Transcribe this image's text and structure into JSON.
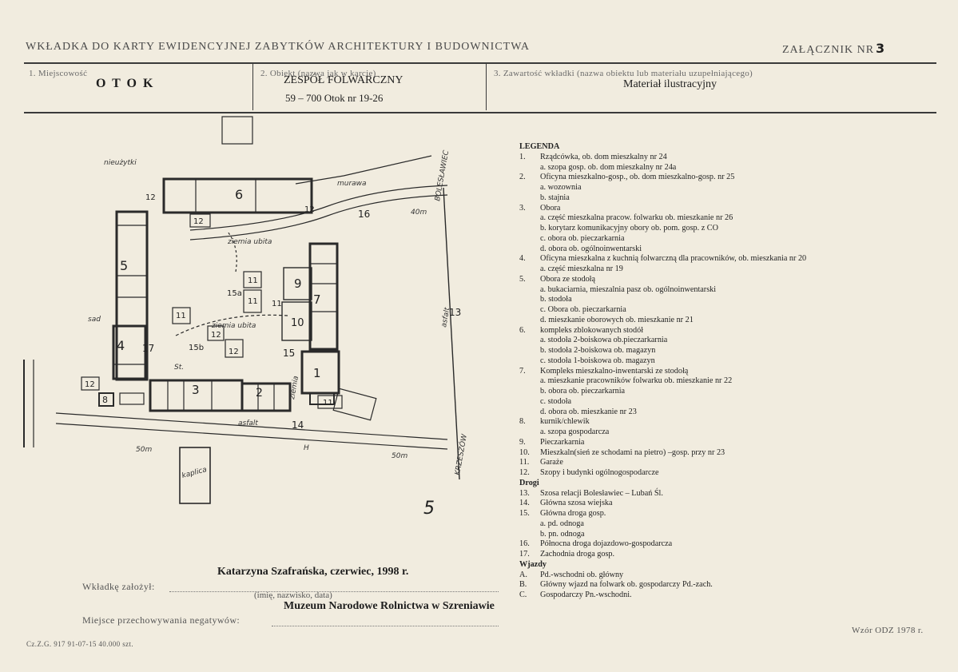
{
  "header": {
    "title": "WKŁADKA DO KARTY EWIDENCYJNEJ ZABYTKÓW ARCHITEKTURY I BUDOWNICTWA",
    "attachment_label": "ZAŁĄCZNIK NR",
    "attachment_number": "3"
  },
  "fields": {
    "locality": {
      "label": "1. Miejscowość",
      "value": "O T O K"
    },
    "object": {
      "label": "2. Obiekt (nazwa jak w karcie)",
      "value_line1": "ZESPÓŁ FOLWARCZNY",
      "value_line2": "59 – 700 Otok nr 19-26"
    },
    "contents": {
      "label": "3. Zawartość wkładki (nazwa obiektu lub materiału uzupełniającego)",
      "value": "Materiał ilustracyjny"
    }
  },
  "legend": {
    "title": "LEGENDA",
    "items": [
      {
        "n": "1.",
        "text": "Rządcówka, ob. dom mieszkalny nr 24",
        "subs": [
          "a. szopa gosp. ob. dom mieszkalny nr 24a"
        ]
      },
      {
        "n": "2.",
        "text": "Oficyna mieszkalno-gosp., ob. dom mieszkalno-gosp. nr 25",
        "subs": [
          "a. wozownia",
          "b. stajnia"
        ]
      },
      {
        "n": "3.",
        "text": "Obora",
        "subs": [
          "a. część mieszkalna pracow. folwarku ob. mieszkanie nr 26",
          "b. korytarz komunikacyjny obory ob. pom. gosp. z CO",
          "c. obora ob. pieczarkarnia",
          "d. obora ob. ogólnoinwentarski"
        ]
      },
      {
        "n": "4.",
        "text": "Oficyna mieszkalna z kuchnią folwarczną dla pracowników, ob. mieszkania nr 20",
        "subs": [
          "a. część mieszkalna nr 19"
        ]
      },
      {
        "n": "5.",
        "text": "Obora ze stodołą",
        "subs": [
          "a. bukaciarnia, mieszalnia pasz ob. ogólnoinwentarski",
          "b. stodoła",
          "c. Obora ob. pieczarkarnia",
          "d. mieszkanie oborowych ob. mieszkanie nr 21"
        ]
      },
      {
        "n": "6.",
        "text": "kompleks zblokowanych stodół",
        "subs": [
          "a. stodoła 2-boiskowa ob.pieczarkarnia",
          "b. stodoła 2-boiskowa ob. magazyn",
          "c. stodoła 1-boiskowa ob. magazyn"
        ]
      },
      {
        "n": "7.",
        "text": "Kompleks mieszkalno-inwentarski ze stodołą",
        "subs": [
          "a. mieszkanie pracowników folwarku ob. mieszkanie nr 22",
          "b. obora ob. pieczarkarnia",
          "c. stodoła",
          "d. obora ob. mieszkanie nr 23"
        ]
      },
      {
        "n": "8.",
        "text": "kurnik/chlewik",
        "subs": [
          "a. szopa gospodarcza"
        ]
      },
      {
        "n": "9.",
        "text": "Pieczarkarnia",
        "subs": []
      },
      {
        "n": "10.",
        "text": "Mieszkaln(sień ze schodami na pietro) –gosp. przy nr 23",
        "subs": []
      },
      {
        "n": "11.",
        "text": "Garaże",
        "subs": []
      },
      {
        "n": "12.",
        "text": "Szopy i budynki ogólnogospodarcze",
        "subs": []
      }
    ],
    "roads_title": "Drogi",
    "roads": [
      {
        "n": "13.",
        "text": "Szosa relacji Bolesławiec – Lubań Śl.",
        "subs": []
      },
      {
        "n": "14.",
        "text": "Główna szosa wiejska",
        "subs": []
      },
      {
        "n": "15.",
        "text": "Główna droga gosp.",
        "subs": [
          "a. pd. odnoga",
          "b. pn. odnoga"
        ]
      },
      {
        "n": "16.",
        "text": "Północna droga dojazdowo-gospodarcza",
        "subs": []
      },
      {
        "n": "17.",
        "text": "Zachodnia droga gosp.",
        "subs": []
      }
    ],
    "entries_title": "Wjazdy",
    "entries": [
      {
        "n": "A.",
        "text": "Pd.-wschodni ob. główny",
        "subs": []
      },
      {
        "n": "B.",
        "text": "Główny wjazd na folwark ob. gospodarczy Pd.-zach.",
        "subs": []
      },
      {
        "n": "C.",
        "text": "Gospodarczy Pn.-wschodni.",
        "subs": []
      }
    ]
  },
  "map": {
    "labels": {
      "nieuzytki": "nieużytki",
      "murawa": "murawa",
      "ziemia_ubita_n": "ziemia ubita",
      "ziemia_ubita_c": "ziemia ubita",
      "ziemia_e": "ziemia",
      "sad": "sad",
      "asfalt": "asfalt",
      "kaplica": "kaplica",
      "boleslawiec": "BOLESŁAWIEC",
      "krzeszowice": "KRZESZÓW",
      "asfalt_e": "asfalt",
      "m40": "40m",
      "m50w": "50m",
      "m50e": "50m",
      "st": "St.",
      "h": "H"
    },
    "building_numbers": [
      "1",
      "2",
      "3",
      "4",
      "5",
      "6",
      "7",
      "8",
      "9",
      "10",
      "11",
      "12",
      "13",
      "14",
      "15",
      "16",
      "17",
      "15a",
      "15b"
    ],
    "sheet_number": "5"
  },
  "footer": {
    "author": "Katarzyna Szafrańska, czerwiec, 1998 r.",
    "created_by_label": "Wkładkę założył:",
    "name_hint": "(imię, nazwisko, data)",
    "institution": "Muzeum Narodowe Rolnictwa w Szreniawie",
    "storage_label": "Miejsce przechowywania negatywów:",
    "print_info": "Cz.Z.G. 917 91-07-15 40.000 szt.",
    "pattern": "Wzór ODZ 1978 r."
  }
}
